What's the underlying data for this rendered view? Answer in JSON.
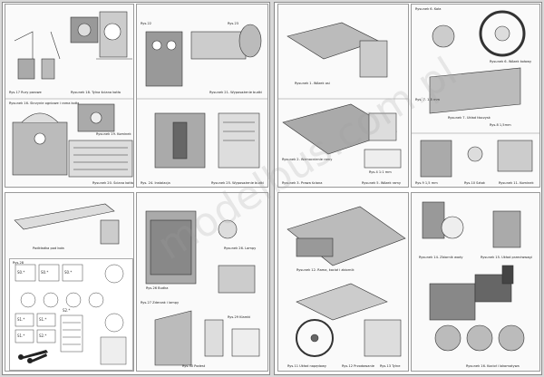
{
  "captions": {
    "p1a": "Rys.17 Rury parowe",
    "p1b": "Rysunek 18. Tylna ściana kotła",
    "p1c": "Rysunek 16. Skrzynie ogniowe i rama kotła",
    "p1d": "Rysunek 19. Kominek",
    "p1e": "Rysunek 20. Ściana kotła",
    "p2a": "Rysunek 21. Wyposażenie budki",
    "p2b": "Rys.22",
    "p2c": "Rys.23",
    "p2d": "Rys. 24. Instalacja",
    "p2e": "Rysunek 25. Wyposażenie budki",
    "p3a": "Rysunek 1. Wózek osi",
    "p3b": "Rysunek 2. Wzmocnienie ramy",
    "p3c": "Rysunek 3. Prawa ściana",
    "p3d": "Rys.4 1:1 mm",
    "p3e": "Rysunek 5. Wózek ramy",
    "p4a": "Rysunek 6. Koła",
    "p4b": "Rysunek 6. Wózek kołowy",
    "p4c": "Rys. 7. 1,5 mm",
    "p4d": "Rysunek 7. Układ tłoczysk",
    "p4e": "Rys.8 1,5mm",
    "p4f": "Rys.9 1,5 mm",
    "p4g": "Rys.10 Sztok",
    "p4h": "Rysunek 11. Kominek",
    "p5a": "Podkładka pod koła",
    "p5b": "Rys.28",
    "p6a": "Rys.26 Budka",
    "p6b": "Rysunek 26. Lampy",
    "p6c": "Rys.27 Zderzak i lampy",
    "p6d": "Rys.29 Klamki",
    "p6e": "Rys.30 Podest",
    "p7a": "Rysunek 12. Rama, kocioł i zbiornik",
    "p7b": "Rys.11 Układ napędowy",
    "p7c": "Rys.12 Przodowanie",
    "p7d": "Rys.13 Tylne",
    "p8a": "Rysunek 14. Zbiornik wody",
    "p8b": "Rysunek 15. Układ przeciwwagi",
    "p8c": "Rysunek 16. Kocioł i lokomotywa"
  },
  "template": {
    "labels": [
      "S0.*",
      "S0.*",
      "S0.*",
      "S1.*",
      "S1.*",
      "S1.*",
      "S2.*",
      "S2.*"
    ]
  },
  "watermark": "modelbus.com.pl"
}
